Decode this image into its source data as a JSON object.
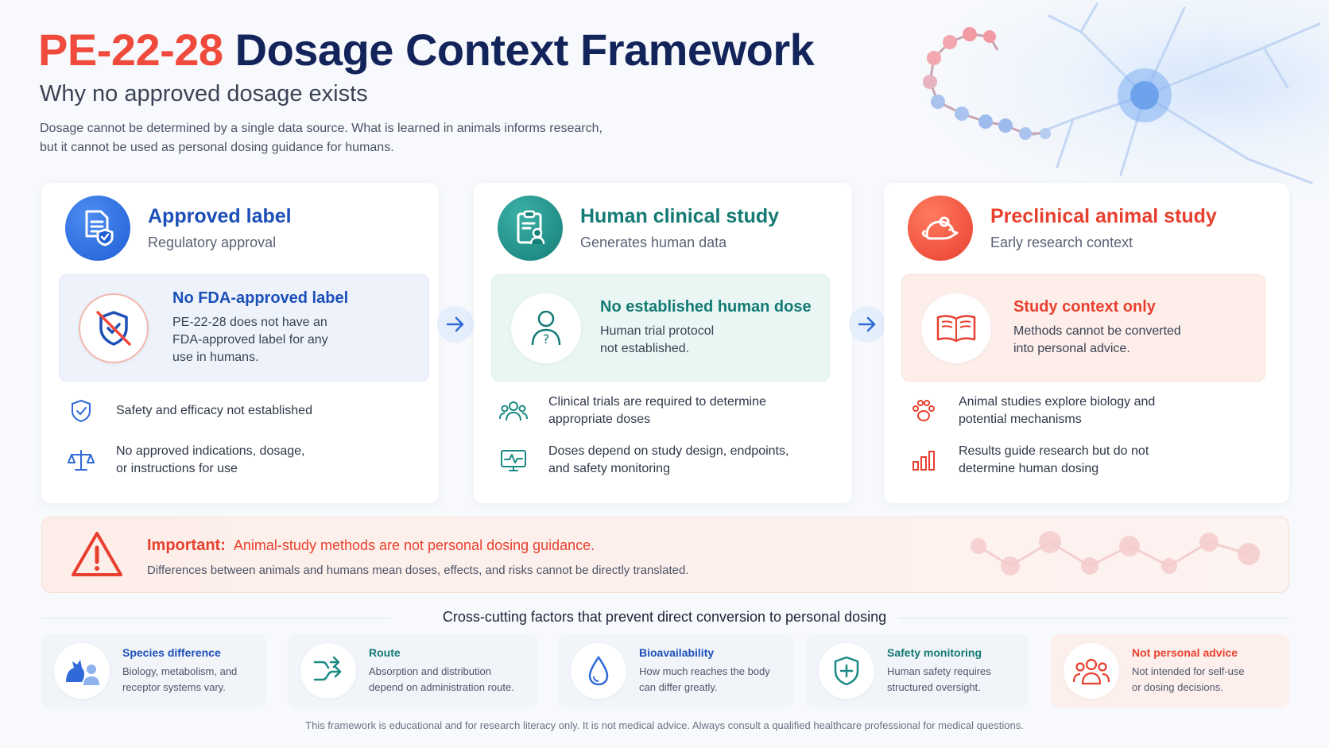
{
  "header": {
    "code": "PE-22-28",
    "title_rest": "Dosage Context Framework",
    "subtitle": "Why no approved dosage exists",
    "intro": "Dosage cannot be determined by a single data source. What is learned in animals informs research, but it cannot be used as personal dosing guidance for humans."
  },
  "columns": [
    {
      "title": "Approved label",
      "subtitle": "Regulatory approval",
      "icon": "document-check-icon",
      "panel": {
        "title": "No FDA-approved label",
        "body_lines": [
          "PE-22-28 does not have an",
          "FDA-approved label for any",
          "use in humans."
        ],
        "icon": "crossed-shield-icon"
      },
      "bullets": [
        {
          "text_lines": [
            "Safety and efficacy not established"
          ],
          "icon": "shield-check-icon"
        },
        {
          "text_lines": [
            "No approved indications, dosage,",
            "or instructions for use"
          ],
          "icon": "scale-icon"
        }
      ]
    },
    {
      "title": "Human clinical study",
      "subtitle": "Generates human data",
      "icon": "clipboard-person-icon",
      "panel": {
        "title": "No established human dose",
        "body_lines": [
          "Human trial protocol",
          "not established."
        ],
        "icon": "person-question-icon"
      },
      "bullets": [
        {
          "text_lines": [
            "Clinical trials are required to determine",
            "appropriate doses"
          ],
          "icon": "people-icon"
        },
        {
          "text_lines": [
            "Doses depend on study design, endpoints,",
            "and safety monitoring"
          ],
          "icon": "monitor-pulse-icon"
        }
      ]
    },
    {
      "title": "Preclinical animal study",
      "subtitle": "Early research context",
      "icon": "mouse-icon",
      "panel": {
        "title": "Study context only",
        "body_lines": [
          "Methods cannot be converted",
          "into personal advice."
        ],
        "icon": "open-book-icon"
      },
      "bullets": [
        {
          "text_lines": [
            "Animal studies explore biology and",
            "potential mechanisms"
          ],
          "icon": "paw-icon"
        },
        {
          "text_lines": [
            "Results guide research but do not",
            "determine human dosing"
          ],
          "icon": "bar-chart-icon"
        }
      ]
    }
  ],
  "important": {
    "label": "Important:",
    "headline": "Animal-study methods are not personal dosing guidance.",
    "body": "Differences between animals and humans mean doses, effects, and risks cannot be directly translated."
  },
  "cross_cutting": {
    "heading": "Cross-cutting factors that prevent direct conversion to personal dosing",
    "factors": [
      {
        "title": "Species difference",
        "body_lines": [
          "Biology, metabolism, and",
          "receptor systems vary."
        ],
        "icon": "species-icon"
      },
      {
        "title": "Route",
        "body_lines": [
          "Absorption and distribution",
          "depend on administration route."
        ],
        "icon": "route-arrows-icon"
      },
      {
        "title": "Bioavailability",
        "body_lines": [
          "How much reaches the body",
          "can differ greatly."
        ],
        "icon": "droplet-icon"
      },
      {
        "title": "Safety monitoring",
        "body_lines": [
          "Human safety requires",
          "structured oversight."
        ],
        "icon": "shield-plus-icon"
      },
      {
        "title": "Not personal advice",
        "body_lines": [
          "Not intended for self-use",
          "or dosing decisions."
        ],
        "icon": "group-icon"
      }
    ]
  },
  "footer": "This framework is educational and for research literacy only. It is not medical advice. Always consult a qualified healthcare professional for medical questions.",
  "colors": {
    "accent_red": "#e8402f",
    "navy": "#13245a",
    "blue": "#1d4fb8",
    "teal": "#137a74"
  }
}
